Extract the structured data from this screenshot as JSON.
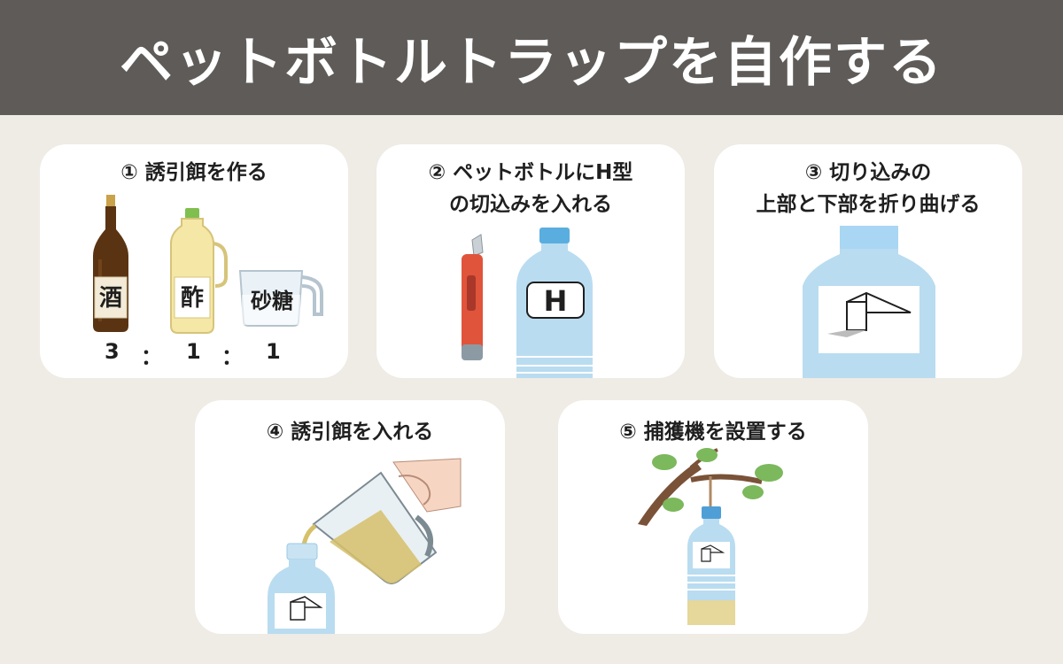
{
  "header": {
    "title": "ペットボトルトラップを自作する"
  },
  "steps": [
    {
      "title": "① 誘引餌を作る",
      "labels": {
        "sake": "酒",
        "vinegar": "酢",
        "sugar": "砂糖"
      },
      "ratio": [
        "3",
        "：",
        "1",
        "：",
        "1"
      ]
    },
    {
      "title_line1": "② ペットボトルにH型",
      "title_line2": "の切込みを入れる",
      "bottle_letter": "H"
    },
    {
      "title_line1": "③ 切り込みの",
      "title_line2": "上部と下部を折り曲げる"
    },
    {
      "title": "④ 誘引餌を入れる"
    },
    {
      "title": "⑤ 捕獲機を設置する"
    }
  ],
  "colors": {
    "header_bg": "#5f5b58",
    "page_bg": "#efebe5",
    "card_bg": "#ffffff",
    "bottle_blue": "#b9dcf0",
    "cap_blue": "#7fc3e8",
    "bait_yellow": "#e6c56a"
  }
}
